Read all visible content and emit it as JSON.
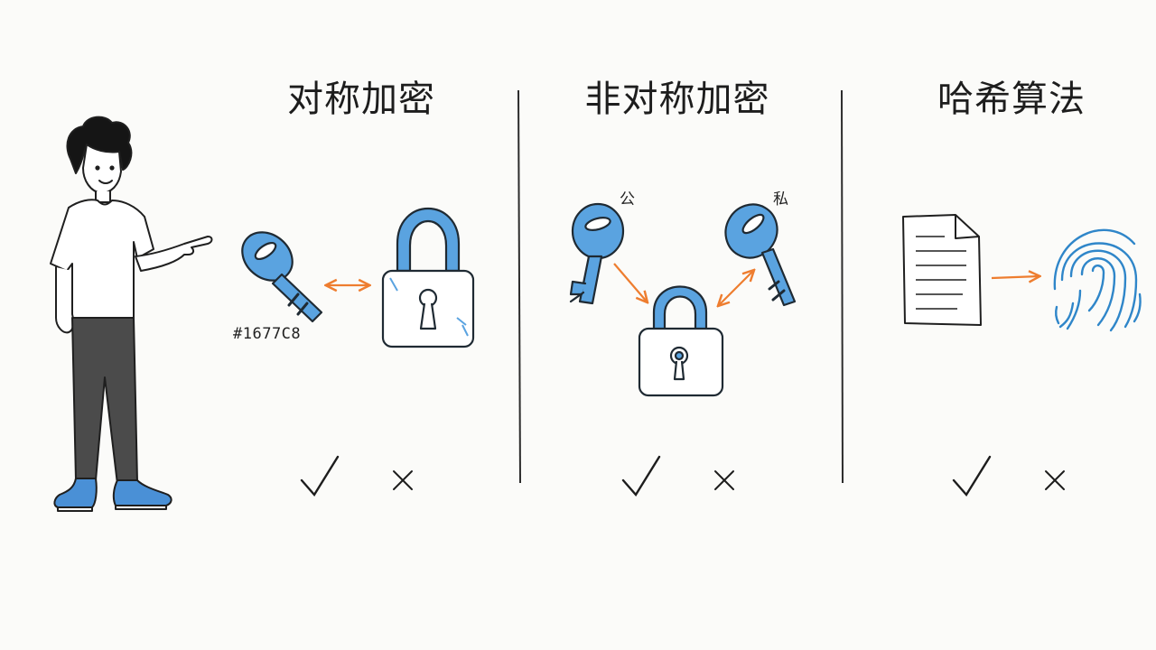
{
  "sections": {
    "symmetric": {
      "title": "对称加密",
      "key_code": "#1677C8"
    },
    "asymmetric": {
      "title": "非对称加密",
      "public_label": "公",
      "private_label": "私"
    },
    "hash": {
      "title": "哈希算法"
    }
  },
  "colors": {
    "key_blue": "#5aa3e0",
    "key_outline": "#1f2a33",
    "arrow_orange": "#ee7d2f",
    "divider": "#2c2c2c",
    "shoe_blue": "#4a90d6",
    "pants_gray": "#4b4b4b"
  },
  "icons": [
    "person-pointing",
    "key-icon",
    "padlock-icon",
    "document-icon",
    "fingerprint-icon",
    "check-icon",
    "cross-icon"
  ]
}
